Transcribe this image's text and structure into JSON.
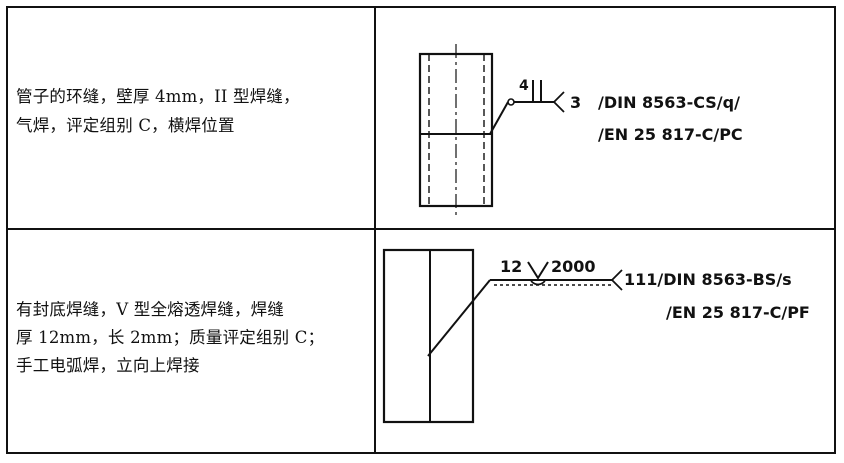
{
  "row1": {
    "description": [
      "管子的环缝，壁厚 4mm，II 型焊缝，",
      "气焊，评定组别 C，横焊位置"
    ],
    "symbol": {
      "dimension": "4",
      "process": "3",
      "designation_line1": "/DIN 8563-CS/q/",
      "designation_line2": "/EN 25 817-C/PC"
    }
  },
  "row2": {
    "description": [
      "有封底焊缝，V 型全熔透焊缝，焊缝",
      "厚 12mm，长 2mm；质量评定组别 C；",
      "手工电弧焊，立向上焊接"
    ],
    "symbol": {
      "thickness": "12",
      "length": "2000",
      "designation_line1": "111/DIN 8563-BS/s",
      "designation_line2": "/EN 25 817-C/PF"
    }
  }
}
